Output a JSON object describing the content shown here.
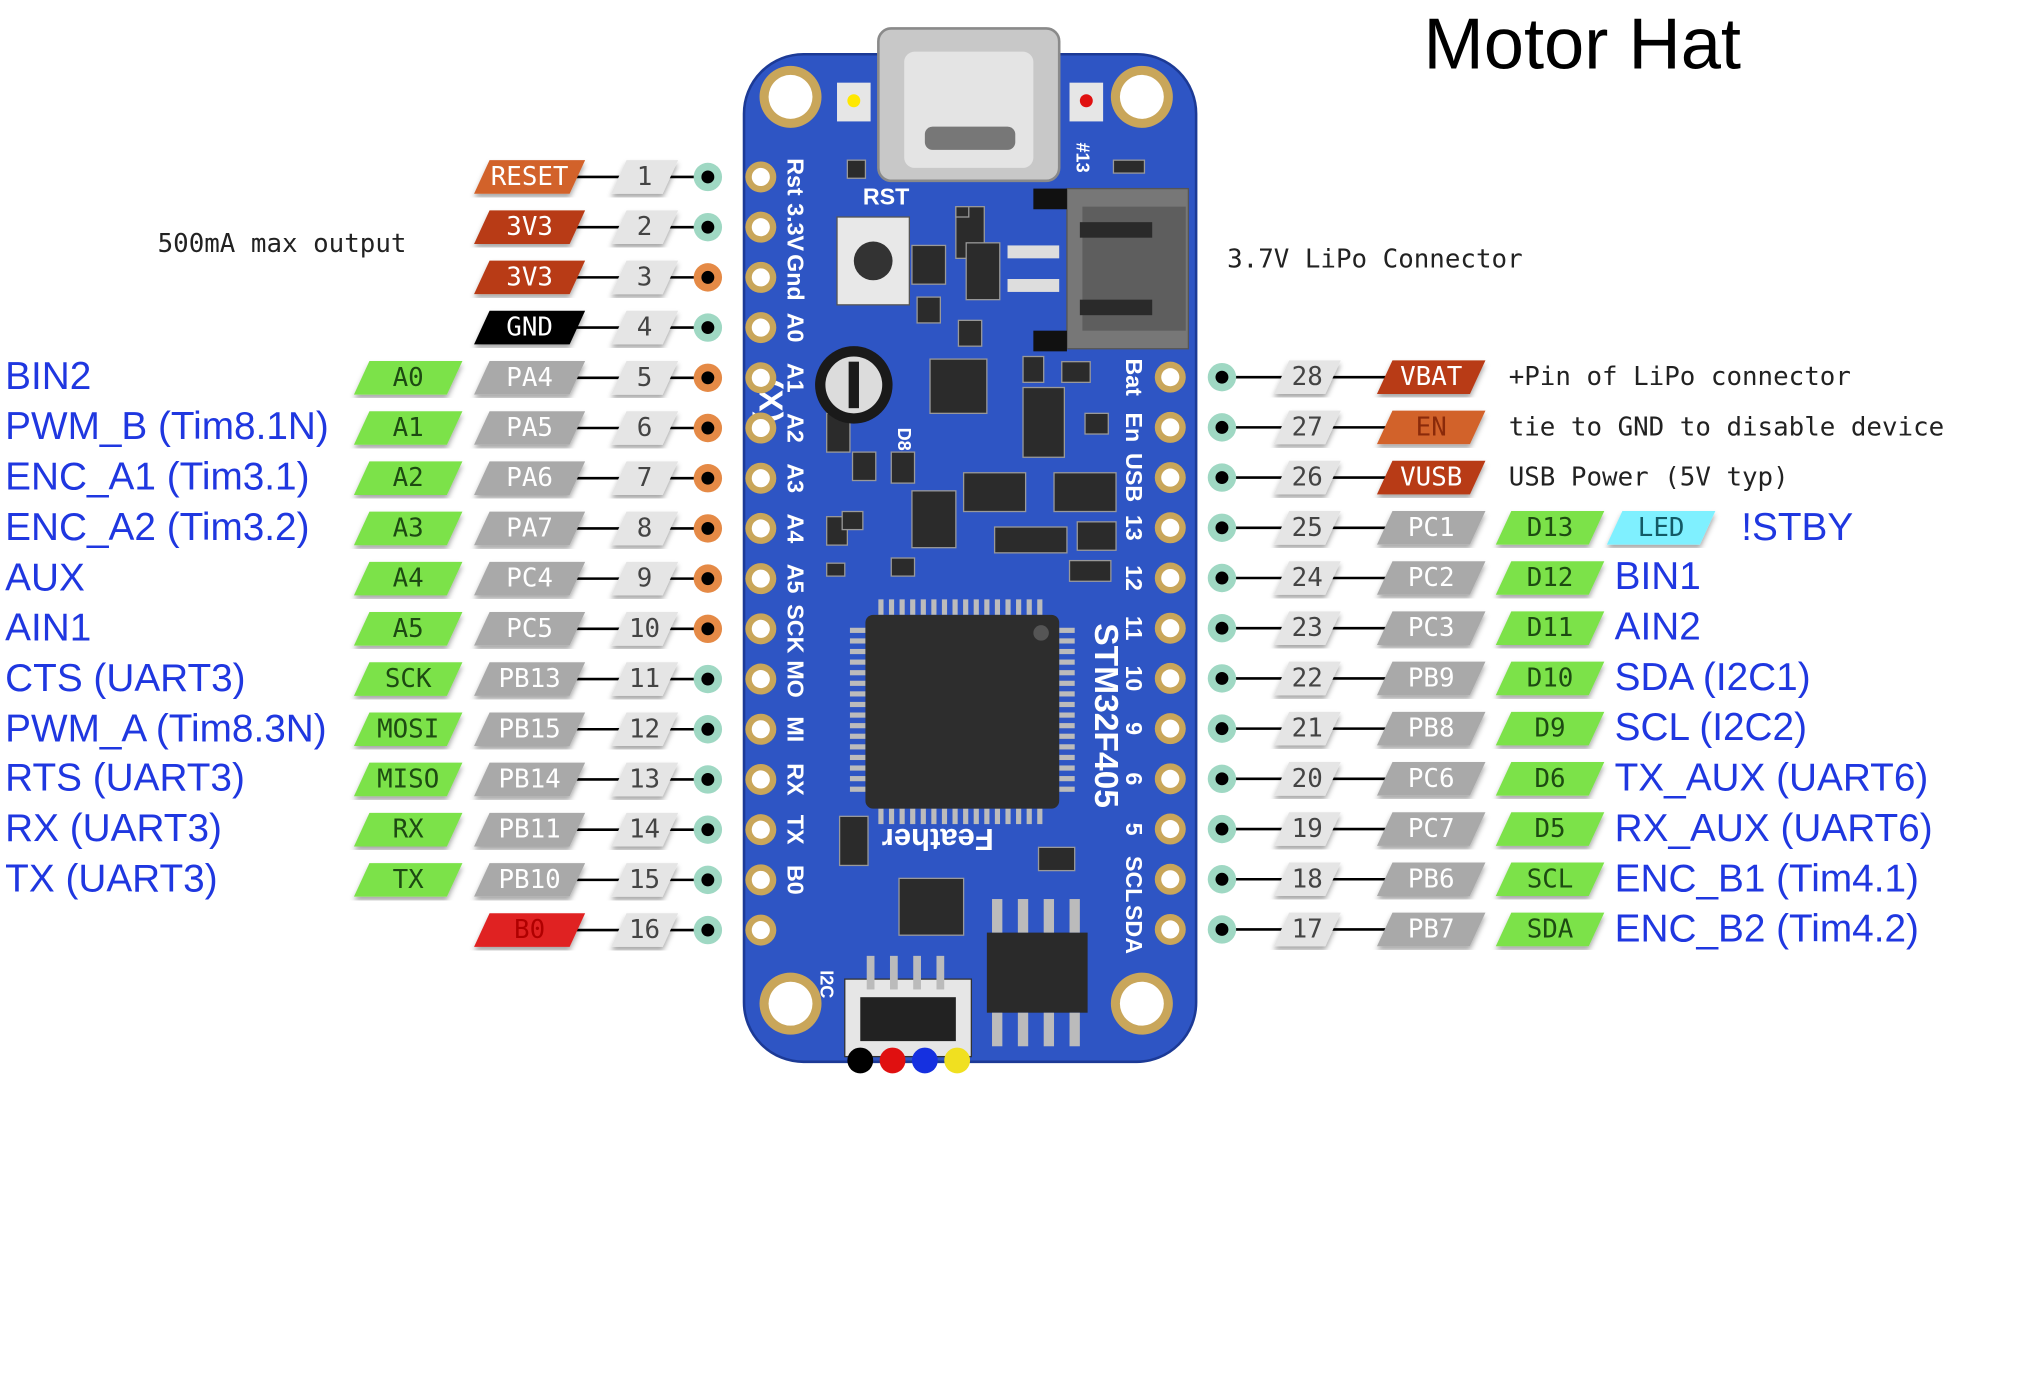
{
  "title": "Motor Hat",
  "notes": {
    "power_output": "500mA max output",
    "lipo": "3.7V LiPo Connector",
    "vbat": "+Pin of LiPo connector",
    "en": "tie to GND to disable device",
    "vusb": "USB Power (5V typ)"
  },
  "colors": {
    "board": "#2e55c4",
    "arduino_pin": "#7be24a",
    "port_pin": "#a9a9a9",
    "pin_number": "#e5e5e5",
    "power_pin": "#b83a16",
    "control_pin": "#d2622c",
    "ground_pin": "#000000",
    "boot_pin": "#e02020",
    "led_pin": "#7ff0ff",
    "function_label": "#1f37e0"
  },
  "board": {
    "left_silk": [
      "Rst",
      "3.3V",
      "Gnd",
      "A0",
      "A1",
      "A2",
      "A3",
      "A4",
      "A5",
      "SCK",
      "MO",
      "MI",
      "RX",
      "TX",
      "B0"
    ],
    "right_silk": [
      "Bat",
      "En",
      "USB",
      "13",
      "12",
      "11",
      "10",
      "9",
      "6",
      "5",
      "SCL",
      "SDA"
    ],
    "chip": "STM32F405",
    "brand": "Feather",
    "rst_label": "RST",
    "led_label": "#13",
    "d8_label": "D8",
    "i2c_label": "I2C",
    "crossed": "(X)"
  },
  "left_pins": [
    {
      "num": "1",
      "port": "",
      "arduino": "",
      "power": "RESET",
      "kind": "control",
      "func": ""
    },
    {
      "num": "2",
      "port": "",
      "arduino": "",
      "power": "3V3",
      "kind": "power",
      "func": ""
    },
    {
      "num": "3",
      "port": "",
      "arduino": "",
      "power": "3V3",
      "kind": "power",
      "func": ""
    },
    {
      "num": "4",
      "port": "",
      "arduino": "",
      "power": "GND",
      "kind": "ground",
      "func": ""
    },
    {
      "num": "5",
      "port": "PA4",
      "arduino": "A0",
      "power": "",
      "kind": "io",
      "func": "BIN2"
    },
    {
      "num": "6",
      "port": "PA5",
      "arduino": "A1",
      "power": "",
      "kind": "io",
      "func": "PWM_B (Tim8.1N)"
    },
    {
      "num": "7",
      "port": "PA6",
      "arduino": "A2",
      "power": "",
      "kind": "io",
      "func": "ENC_A1 (Tim3.1)"
    },
    {
      "num": "8",
      "port": "PA7",
      "arduino": "A3",
      "power": "",
      "kind": "io",
      "func": "ENC_A2 (Tim3.2)"
    },
    {
      "num": "9",
      "port": "PC4",
      "arduino": "A4",
      "power": "",
      "kind": "io",
      "func": "AUX"
    },
    {
      "num": "10",
      "port": "PC5",
      "arduino": "A5",
      "power": "",
      "kind": "io",
      "func": "AIN1"
    },
    {
      "num": "11",
      "port": "PB13",
      "arduino": "SCK",
      "power": "",
      "kind": "io",
      "func": "CTS (UART3)"
    },
    {
      "num": "12",
      "port": "PB15",
      "arduino": "MOSI",
      "power": "",
      "kind": "io",
      "func": "PWM_A (Tim8.3N)"
    },
    {
      "num": "13",
      "port": "PB14",
      "arduino": "MISO",
      "power": "",
      "kind": "io",
      "func": "RTS (UART3)"
    },
    {
      "num": "14",
      "port": "PB11",
      "arduino": "RX",
      "power": "",
      "kind": "io",
      "func": "RX (UART3)"
    },
    {
      "num": "15",
      "port": "PB10",
      "arduino": "TX",
      "power": "",
      "kind": "io",
      "func": "TX (UART3)"
    },
    {
      "num": "16",
      "port": "",
      "arduino": "",
      "power": "B0",
      "kind": "boot",
      "func": ""
    }
  ],
  "right_pins": [
    {
      "num": "28",
      "power": "VBAT",
      "kind": "power",
      "port": "",
      "arduino": "",
      "extra": "",
      "func": ""
    },
    {
      "num": "27",
      "power": "EN",
      "kind": "control",
      "port": "",
      "arduino": "",
      "extra": "",
      "func": ""
    },
    {
      "num": "26",
      "power": "VUSB",
      "kind": "power",
      "port": "",
      "arduino": "",
      "extra": "",
      "func": ""
    },
    {
      "num": "25",
      "power": "",
      "kind": "io",
      "port": "PC1",
      "arduino": "D13",
      "extra": "LED",
      "func": "!STBY"
    },
    {
      "num": "24",
      "power": "",
      "kind": "io",
      "port": "PC2",
      "arduino": "D12",
      "extra": "",
      "func": "BIN1"
    },
    {
      "num": "23",
      "power": "",
      "kind": "io",
      "port": "PC3",
      "arduino": "D11",
      "extra": "",
      "func": "AIN2"
    },
    {
      "num": "22",
      "power": "",
      "kind": "io",
      "port": "PB9",
      "arduino": "D10",
      "extra": "",
      "func": "SDA (I2C1)"
    },
    {
      "num": "21",
      "power": "",
      "kind": "io",
      "port": "PB8",
      "arduino": "D9",
      "extra": "",
      "func": "SCL (I2C2)"
    },
    {
      "num": "20",
      "power": "",
      "kind": "io",
      "port": "PC6",
      "arduino": "D6",
      "extra": "",
      "func": "TX_AUX (UART6)"
    },
    {
      "num": "19",
      "power": "",
      "kind": "io",
      "port": "PC7",
      "arduino": "D5",
      "extra": "",
      "func": "RX_AUX (UART6)"
    },
    {
      "num": "18",
      "power": "",
      "kind": "io",
      "port": "PB6",
      "arduino": "SCL",
      "extra": "",
      "func": "ENC_B1 (Tim4.1)"
    },
    {
      "num": "17",
      "power": "",
      "kind": "io",
      "port": "PB7",
      "arduino": "SDA",
      "extra": "",
      "func": "ENC_B2 (Tim4.2)"
    }
  ]
}
